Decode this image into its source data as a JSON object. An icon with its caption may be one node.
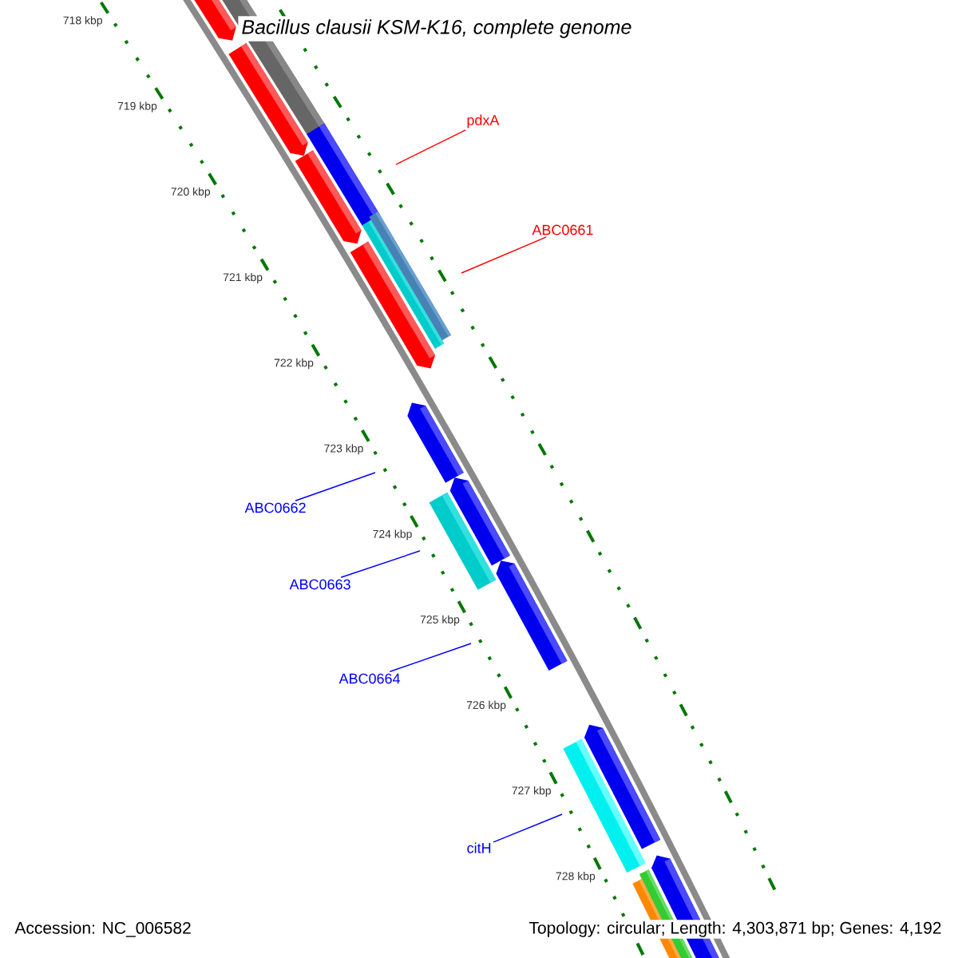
{
  "diagram": {
    "title": "Bacillus clausii KSM-K16, complete genome",
    "nodes": [
      {
        "text": [
          "pdxA"
        ]
      },
      {
        "text": [
          "ABC0661"
        ]
      },
      {
        "text": [
          "ABC0662"
        ]
      },
      {
        "text": [
          "ABC0663"
        ]
      },
      {
        "text": [
          "ABC0664"
        ]
      },
      {
        "text": [
          "citH"
        ]
      }
    ],
    "edges": [
      {
        "from": 0,
        "to": null,
        "arrow": "none",
        "color": "#ff0000"
      },
      {
        "from": 1,
        "to": null,
        "arrow": "none",
        "color": "#ff0000"
      },
      {
        "from": 2,
        "to": null,
        "arrow": "none"
      },
      {
        "from": 3,
        "to": null,
        "arrow": "none"
      },
      {
        "from": 4,
        "to": null,
        "arrow": "none"
      },
      {
        "from": 5,
        "to": null,
        "arrow": "none"
      }
    ],
    "labels": [
      "718 kbp",
      "719 kbp",
      "720 kbp",
      "721 kbp",
      "722 kbp",
      "723 kbp",
      "724 kbp",
      "725 kbp",
      "726 kbp",
      "727 kbp",
      "728 kbp",
      "Accession: NC_006582",
      "Topology: circular; Length: 4,303,871 bp; Genes: 4,192"
    ]
  }
}
